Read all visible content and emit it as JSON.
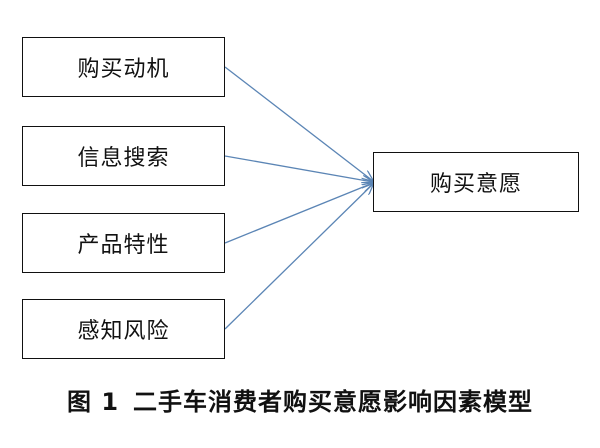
{
  "diagram": {
    "factors": [
      {
        "label": "购买动机"
      },
      {
        "label": "信息搜索"
      },
      {
        "label": "产品特性"
      },
      {
        "label": "感知风险"
      }
    ],
    "outcome": {
      "label": "购买意愿"
    },
    "arrow_color": "#5b85b5",
    "border_color": "#111111"
  },
  "caption": {
    "figure_label": "图 1",
    "title": "二手车消费者购买意愿影响因素模型"
  }
}
